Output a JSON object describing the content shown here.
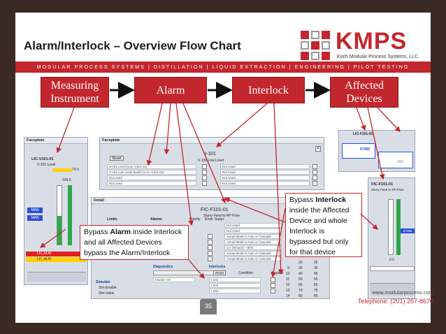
{
  "title": "Alarm/Interlock – Overview Flow Chart",
  "logo": {
    "text": "KMPS",
    "sub": "Koch Modular Process Systems, LLC."
  },
  "band": "MODULAR PROCESS SYSTEMS | DISTILLATION | LIQUID EXTRACTION | ENGINEERING | PILOT TESTING",
  "flow": [
    {
      "label": "Measuring Instrument"
    },
    {
      "label": "Alarm"
    },
    {
      "label": "Interlock"
    },
    {
      "label": "Affected Devices"
    }
  ],
  "faceplate1": {
    "title": "Faceplate",
    "tag": "LIC-V101-01",
    "sub": "V-101 Level",
    "value": "70.0",
    "pv": "100.0",
    "max": "MAN",
    "min": "MAN",
    "alarm_row": "LO_ALM",
    "alarm_row2": "LO_ALM"
  },
  "faceplate2": {
    "title": "Faceplate",
    "tag": "I-101",
    "sub": "V-101 Low Level",
    "reset": "Reset",
    "rows": [
      "V-101 Level (LAL-V101-01)",
      "V-101 Low Level Switch (LAL-V101-01)",
      "Not Used",
      "Not Used"
    ],
    "right_rows": [
      "Not Used",
      "Not Used",
      "Not Used",
      "Not Used"
    ]
  },
  "detail": {
    "title": "Detail",
    "tag": "FIC-F101-01",
    "sub": "Slurry Feed to RP Flow",
    "headers": {
      "limits": "Limits",
      "alarms": "Alarms",
      "priority": "Priority",
      "enab": "Enab",
      "supp": "Suppr"
    },
    "rows": [
      "Not Used",
      "Not Used",
      "Actual Mode is Auto or Cascade",
      "Actual Mode is Auto or Cascade",
      "CV Demand > 80%",
      "Actual Mode is Auto or Cascade",
      "Actual Mode is Auto or Cascade"
    ],
    "diagnostics": "Diagnostics",
    "mode_ok": "Module OK",
    "interlocks": "Interlocks",
    "reset": "Reset",
    "condition": "Condition",
    "bypass": "Bypass",
    "interlock_rows": [
      "I-101",
      "I-102",
      "I-104"
    ],
    "simulate": "Simulate",
    "sim_enable": "Sim Enable",
    "sim_value": "Sim Value",
    "numbers": [
      "20",
      "30",
      "40",
      "50",
      "60",
      "70",
      "80"
    ],
    "numbers2": [
      "25",
      "35",
      "45",
      "55",
      "65",
      "75",
      "85"
    ],
    "row_ids": [
      "9",
      "10",
      "11",
      "12",
      "13",
      "14"
    ]
  },
  "faceplate3": {
    "tag": "FIC-F101-01",
    "sub": "Slurry Feed to RP Flow",
    "value": "57498",
    "pv": "0.0"
  },
  "faceplate4": {
    "tag": "LIC-F101-01",
    "value": "57498",
    "value2": "0.0"
  },
  "callouts": {
    "alarm": {
      "pre": "Bypass ",
      "bold": "Alarm",
      "post": " inside Interlock and all Affected Devices bypass the Alarm/Interlock"
    },
    "interlock": {
      "pre": "Bypass ",
      "bold": "Interlock",
      "post": " inside the Affected Device and whole Interlock is bypassed but only for that device"
    }
  },
  "footer": {
    "url": "www.modularprocess.com",
    "phone": "Telephone: (201) 267-8670",
    "page": "35"
  },
  "colors": {
    "accent": "#c2272d",
    "background": "#3b2a22",
    "panel": "#d9dee6"
  }
}
